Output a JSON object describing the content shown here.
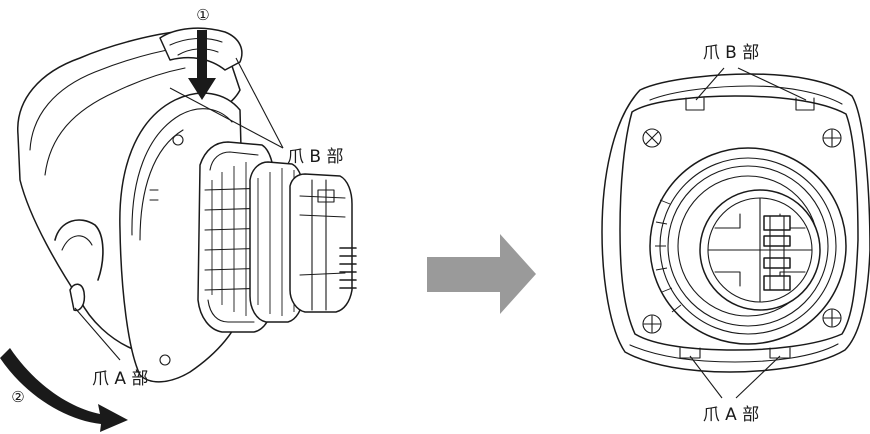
{
  "labels": {
    "step1": "①",
    "step2": "②",
    "claw_b_left": "爪 B 部",
    "claw_a_left": "爪 A 部",
    "claw_b_right": "爪 B 部",
    "claw_a_right": "爪 A 部"
  },
  "colors": {
    "ink": "#1a1a1a",
    "arrow_gray": "#9a9a9a",
    "background": "#ffffff"
  }
}
